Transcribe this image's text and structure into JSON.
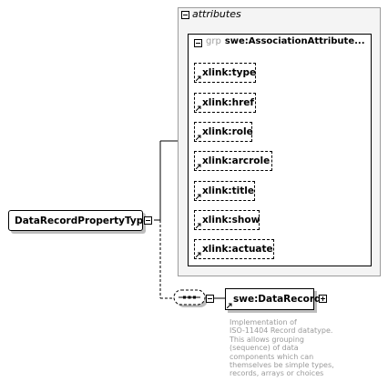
{
  "root": {
    "label": "DataRecordPropertyType"
  },
  "attributes_panel": {
    "label": "attributes"
  },
  "group": {
    "tag": "grp",
    "name": "swe:AssociationAttribute..."
  },
  "attributes": [
    {
      "name": "xlink:type"
    },
    {
      "name": "xlink:href"
    },
    {
      "name": "xlink:role"
    },
    {
      "name": "xlink:arcrole"
    },
    {
      "name": "xlink:title"
    },
    {
      "name": "xlink:show"
    },
    {
      "name": "xlink:actuate"
    }
  ],
  "element": {
    "label": "swe:DataRecord",
    "documentation": "Implementation of\nISO-11404 Record datatype.\nThis allows grouping\n(sequence) of data\ncomponents which can\nthemselves be simple types,\nrecords, arrays or choices"
  },
  "colors": {
    "panel_fill": "#f4f4f4",
    "shadow": "#bdbdbd",
    "doc_text": "#9a9a9a"
  }
}
